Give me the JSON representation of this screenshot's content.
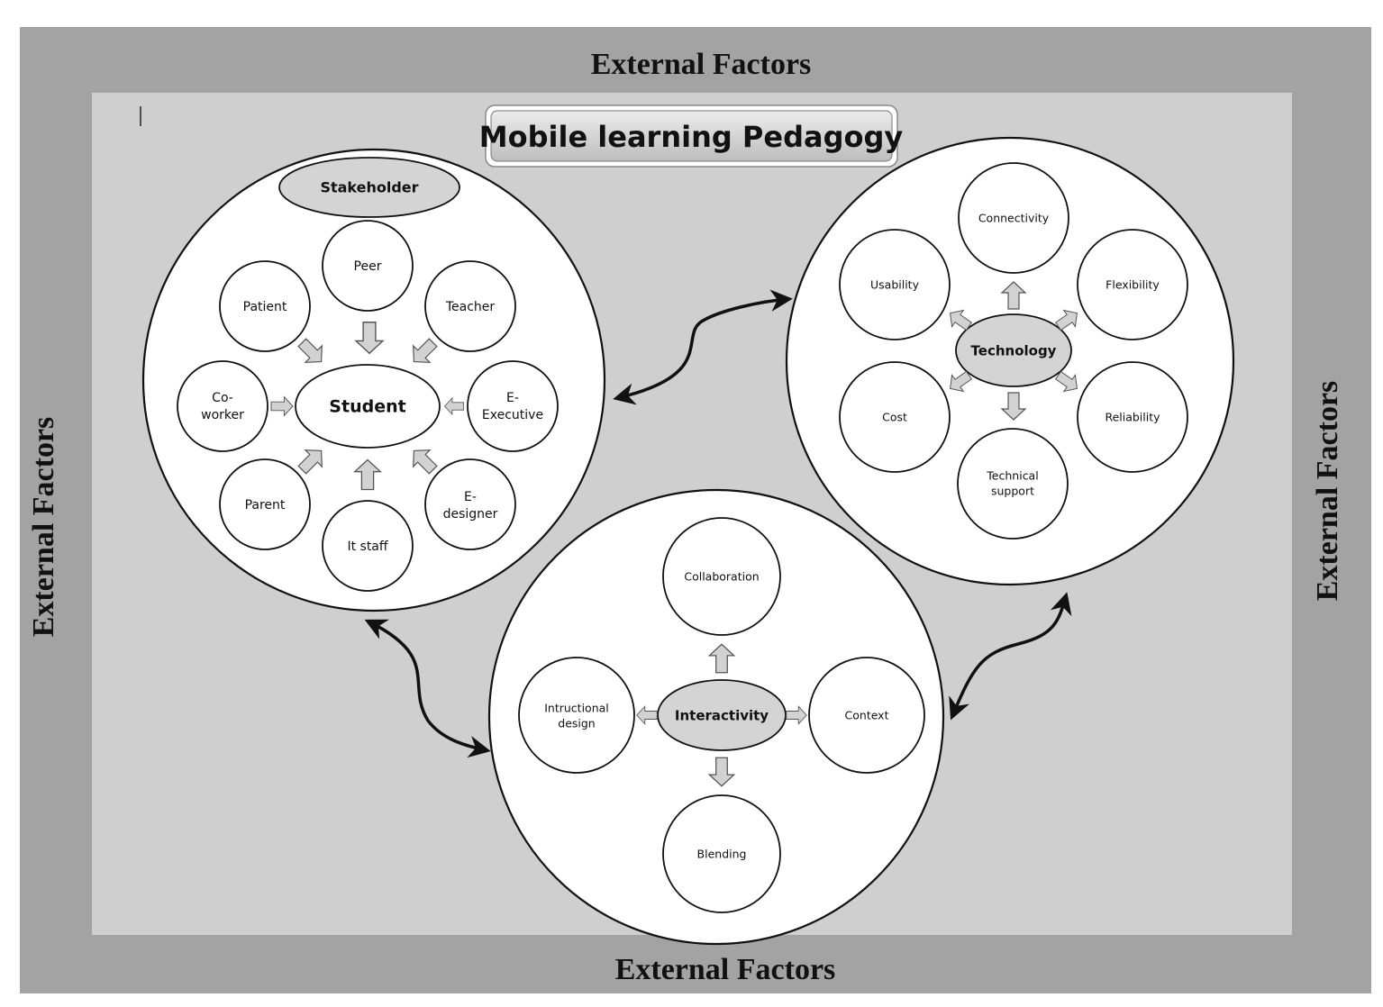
{
  "external_factors": {
    "top": "External Factors",
    "bottom": "External Factors",
    "left": "External Factors",
    "right": "External Factors"
  },
  "title": "Mobile learning Pedagogy",
  "stakeholder": {
    "header": "Stakeholder",
    "center": "Student",
    "nodes": {
      "peer": "Peer",
      "teacher": "Teacher",
      "patient": "Patient",
      "coworker": [
        "Co-",
        "worker"
      ],
      "executive": [
        "E-",
        "Executive"
      ],
      "parent": "Parent",
      "itstaff": "It staff",
      "designer": [
        "E-",
        "designer"
      ]
    }
  },
  "technology": {
    "center": "Technology",
    "nodes": {
      "connectivity": "Connectivity",
      "usability": "Usability",
      "flexibility": "Flexibility",
      "cost": "Cost",
      "reliability": "Reliability",
      "support": [
        "Technical",
        "support"
      ]
    }
  },
  "interactivity": {
    "center": "Interactivity",
    "nodes": {
      "collaboration": "Collaboration",
      "design": [
        "Intructional",
        "design"
      ],
      "context": "Context",
      "blending": "Blending"
    }
  },
  "colors": {
    "outer_band": "#a3a3a3",
    "inner_panel": "#d0cfd0",
    "hub_fill": "#d4d4d4",
    "arrow_fill": "#d2d2d2"
  }
}
